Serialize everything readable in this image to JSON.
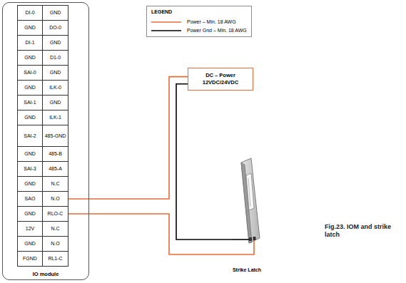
{
  "diagram": {
    "caption": "Fig.23. IOM and strike latch",
    "nodes": [
      {
        "text": [
          "IO module"
        ]
      },
      {
        "text": [
          "DI-0"
        ],
        "in": 0
      },
      {
        "text": [
          "GND"
        ],
        "in": 0
      },
      {
        "text": [
          "GND"
        ],
        "in": 0
      },
      {
        "text": [
          "DO-0"
        ],
        "in": 0
      },
      {
        "text": [
          "DI-1"
        ],
        "in": 0
      },
      {
        "text": [
          "GND"
        ],
        "in": 0
      },
      {
        "text": [
          "GND"
        ],
        "in": 0
      },
      {
        "text": [
          "D1-0"
        ],
        "in": 0
      },
      {
        "text": [
          "SAI-0"
        ],
        "in": 0
      },
      {
        "text": [
          "GND"
        ],
        "in": 0
      },
      {
        "text": [
          "GND"
        ],
        "in": 0
      },
      {
        "text": [
          "ILK-0"
        ],
        "in": 0
      },
      {
        "text": [
          "SAI-1"
        ],
        "in": 0
      },
      {
        "text": [
          "GND"
        ],
        "in": 0
      },
      {
        "text": [
          "GND"
        ],
        "in": 0
      },
      {
        "text": [
          "ILK-1"
        ],
        "in": 0
      },
      {
        "text": [
          "SAI-2"
        ],
        "in": 0
      },
      {
        "text": [
          "485-GND"
        ],
        "in": 0
      },
      {
        "text": [
          "GND"
        ],
        "in": 0
      },
      {
        "text": [
          "485-B"
        ],
        "in": 0
      },
      {
        "text": [
          "SAI-3"
        ],
        "in": 0
      },
      {
        "text": [
          "485-A"
        ],
        "in": 0
      },
      {
        "text": [
          "GND"
        ],
        "in": 0
      },
      {
        "text": [
          "N.C"
        ],
        "in": 0
      },
      {
        "text": [
          "SAO"
        ],
        "in": 0
      },
      {
        "text": [
          "N.O"
        ],
        "in": 0
      },
      {
        "text": [
          "GND"
        ],
        "in": 0
      },
      {
        "text": [
          "RLO-C"
        ],
        "in": 0
      },
      {
        "text": [
          "12V"
        ],
        "in": 0
      },
      {
        "text": [
          "N.C"
        ],
        "in": 0
      },
      {
        "text": [
          "GND"
        ],
        "in": 0
      },
      {
        "text": [
          "N.O"
        ],
        "in": 0
      },
      {
        "text": [
          "FGND"
        ],
        "in": 0
      },
      {
        "text": [
          "RL1-C"
        ],
        "in": 0
      },
      {
        "text": [
          "DC – Power 12VDC/24VDC"
        ]
      },
      {
        "text": [
          "Strike Latch"
        ]
      }
    ],
    "edges": [
      {
        "from": 26,
        "to": 35,
        "arrow": "none"
      },
      {
        "from": 35,
        "to": 36,
        "arrow": "none"
      },
      {
        "from": 28,
        "to": 36,
        "arrow": "none"
      }
    ],
    "labels": [
      "LEGEND"
    ],
    "legend": [
      {
        "text": "Power – Min. 18 AWG"
      },
      {
        "text": "Power Gnd – Min. 18 AWG"
      }
    ]
  }
}
